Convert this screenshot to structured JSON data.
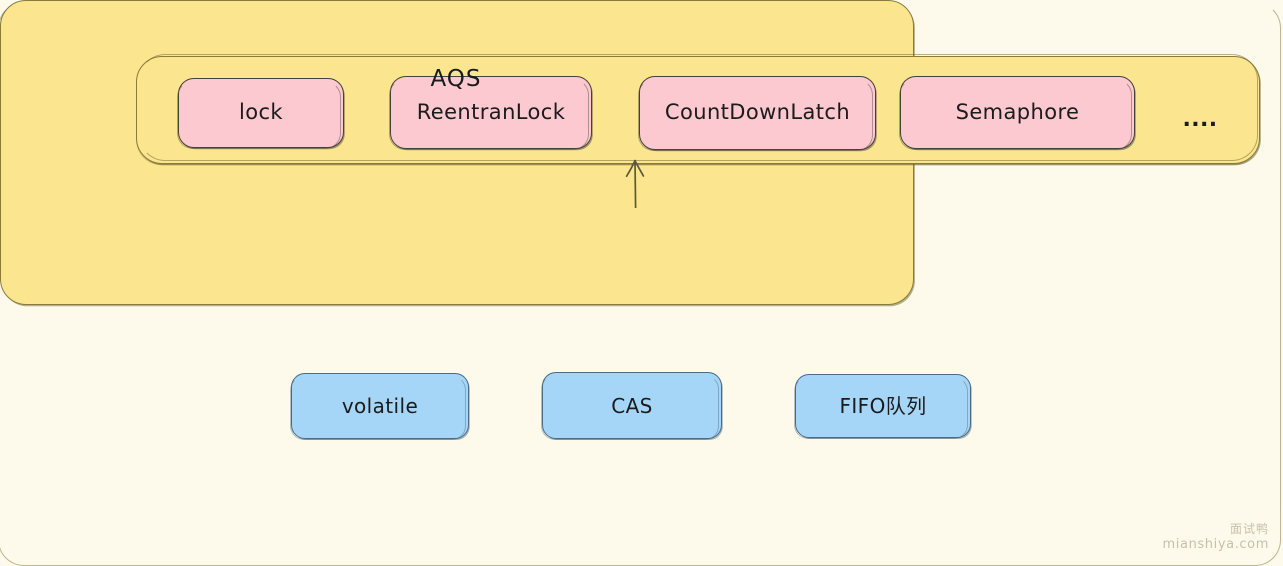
{
  "diagram": {
    "title": "AQS",
    "background_color": "#fdfaeb",
    "top_group": {
      "name": "synchronizers-group",
      "fill_color": "#fbe58f",
      "items": [
        {
          "label": "lock",
          "color": "#fbc9cf"
        },
        {
          "label": "ReentranLock",
          "color": "#fbc9cf"
        },
        {
          "label": "CountDownLatch",
          "color": "#fbc9cf"
        },
        {
          "label": "Semaphore",
          "color": "#fbc9cf"
        },
        {
          "label": "....",
          "color": "none"
        }
      ]
    },
    "aqs_group": {
      "name": "aqs-group",
      "label": "AQS",
      "fill_color": "#fbe58f",
      "items": [
        {
          "label": "volatile",
          "color": "#a5d5f7"
        },
        {
          "label": "CAS",
          "color": "#a5d5f7"
        },
        {
          "label": "FIFO队列",
          "color": "#a5d5f7"
        }
      ]
    },
    "connector": {
      "name": "aqs-to-synchronizers-arrow",
      "from": "AQS",
      "to": "synchronizers-group",
      "direction": "up",
      "style": "solid-line-open-arrowhead",
      "color": "#5e5740"
    }
  },
  "watermark": {
    "cn": "面试鸭",
    "url": "mianshiya.com"
  }
}
